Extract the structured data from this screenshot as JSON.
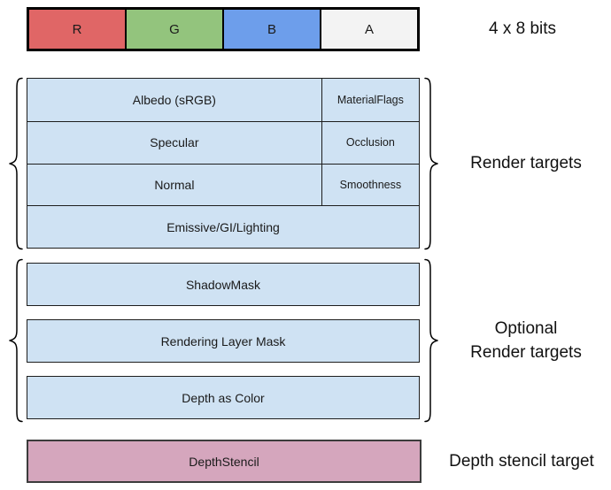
{
  "diagram": {
    "format_row": {
      "bits_label": "4 x 8 bits",
      "cells": [
        {
          "label": "R",
          "color": "#e06666"
        },
        {
          "label": "G",
          "color": "#93c47d"
        },
        {
          "label": "B",
          "color": "#6d9eeb"
        },
        {
          "label": "A",
          "color": "#f3f3f3"
        }
      ]
    },
    "render_targets": {
      "side_label": "Render targets",
      "cell_color": "#cfe2f3",
      "rows": [
        {
          "main": "Albedo (sRGB)",
          "alpha": "MaterialFlags"
        },
        {
          "main": "Specular",
          "alpha": "Occlusion"
        },
        {
          "main": "Normal",
          "alpha": "Smoothness"
        },
        {
          "main": "Emissive/GI/Lighting"
        }
      ]
    },
    "optional_render_targets": {
      "side_label_line1": "Optional",
      "side_label_line2": "Render targets",
      "cell_color": "#cfe2f3",
      "rows": [
        "ShadowMask",
        "Rendering Layer Mask",
        "Depth as Color"
      ]
    },
    "depth_stencil": {
      "box_label": "DepthStencil",
      "side_label": "Depth stencil target",
      "color": "#d5a6bd"
    }
  }
}
